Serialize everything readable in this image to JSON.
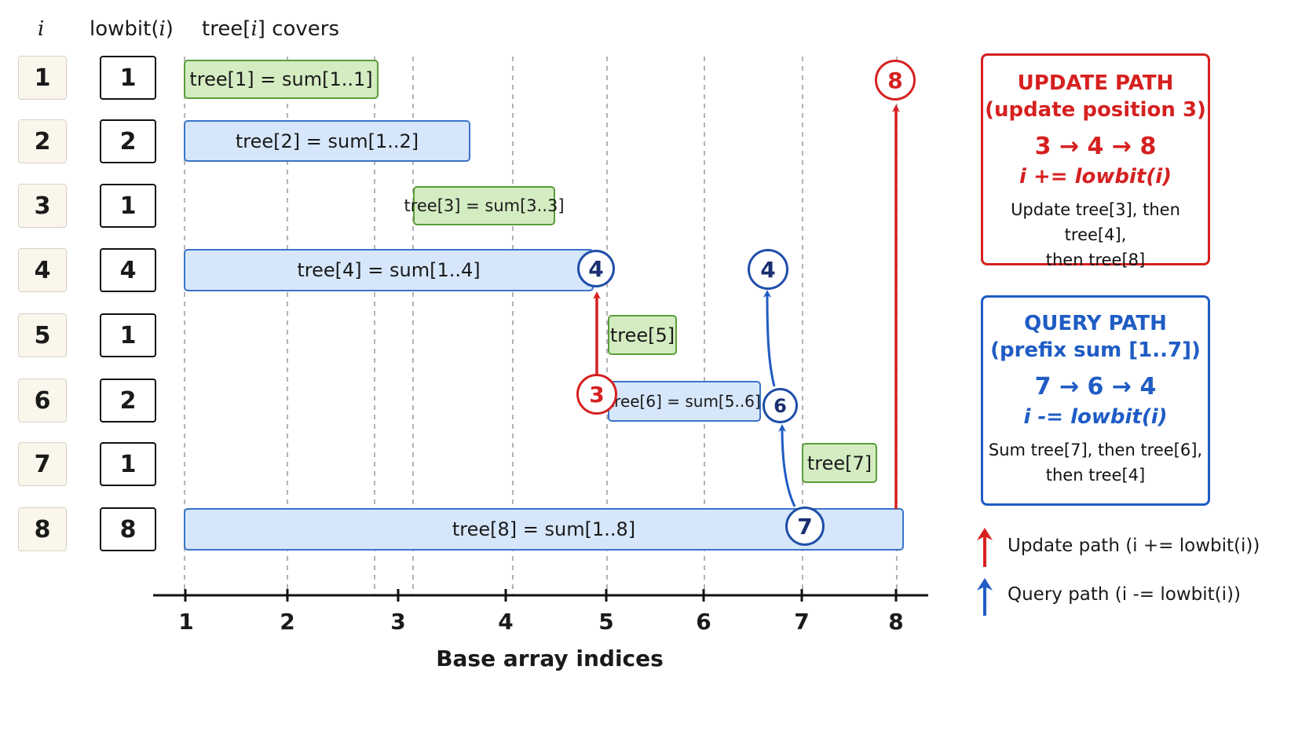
{
  "headers": {
    "i": "i",
    "lowbit_pre": "lowbit(",
    "lowbit_var": "i",
    "lowbit_post": ")",
    "covers_pre": "tree[",
    "covers_var": "i",
    "covers_post": "] covers"
  },
  "rows": [
    {
      "i": "1",
      "lowbit": "1"
    },
    {
      "i": "2",
      "lowbit": "2"
    },
    {
      "i": "3",
      "lowbit": "1"
    },
    {
      "i": "4",
      "lowbit": "4"
    },
    {
      "i": "5",
      "lowbit": "1"
    },
    {
      "i": "6",
      "lowbit": "2"
    },
    {
      "i": "7",
      "lowbit": "1"
    },
    {
      "i": "8",
      "lowbit": "8"
    }
  ],
  "bars": {
    "b1": "tree[1] = sum[1..1]",
    "b2": "tree[2] = sum[1..2]",
    "b3": "tree[3] = sum[3..3]",
    "b4": "tree[4] = sum[1..4]",
    "b5": "tree[5]",
    "b6": "tree[6] = sum[5..6]",
    "b7": "tree[7]",
    "b8": "tree[8] = sum[1..8]"
  },
  "nodes": {
    "update_start": "3",
    "update_mid": "4",
    "update_end": "8",
    "query_start": "7",
    "query_mid": "6",
    "query_end": "4"
  },
  "axis": {
    "ticks": [
      "1",
      "2",
      "3",
      "4",
      "5",
      "6",
      "7",
      "8"
    ],
    "label": "Base array indices"
  },
  "update_panel": {
    "title1": "UPDATE PATH",
    "title2": "(update position 3)",
    "sequence": "3 → 4 → 8",
    "formula": "i += lowbit(i)",
    "desc1": "Update tree[3], then tree[4],",
    "desc2": "then tree[8]"
  },
  "query_panel": {
    "title1": "QUERY PATH",
    "title2": "(prefix sum [1..7])",
    "sequence": "7 → 6 → 4",
    "formula": "i -= lowbit(i)",
    "desc1": "Sum tree[7], then tree[6],",
    "desc2": "then tree[4]"
  },
  "legend": {
    "update": "Update path (i += lowbit(i))",
    "query": "Query path (i -= lowbit(i))"
  },
  "colors": {
    "update": "#d62020",
    "query": "#1f5cc4",
    "green_fill": "#d4ecc2",
    "blue_fill": "#d6e7fb"
  }
}
